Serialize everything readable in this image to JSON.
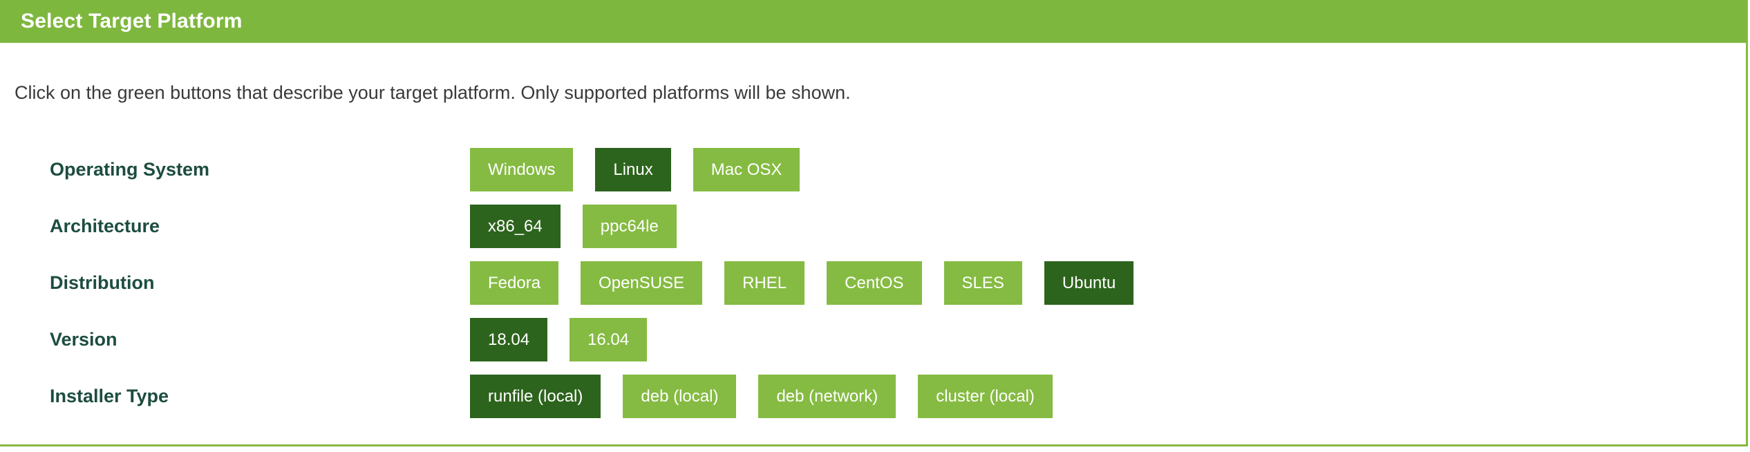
{
  "panel": {
    "title": "Select Target Platform",
    "instruction": "Click on the green buttons that describe your target platform. Only supported platforms will be shown."
  },
  "colors": {
    "header_green": "#7eb73e",
    "button_green": "#85bb42",
    "selected_button_green": "#2d641d",
    "border_green": "#86b93f",
    "row_label_teal": "#1d4d40",
    "body_text": "#3a3a3a",
    "button_text": "#ffffff",
    "header_text": "#ffffff"
  },
  "rows": [
    {
      "label": "Operating System",
      "buttons": [
        {
          "label": "Windows",
          "selected": false
        },
        {
          "label": "Linux",
          "selected": true
        },
        {
          "label": "Mac OSX",
          "selected": false
        }
      ]
    },
    {
      "label": "Architecture",
      "buttons": [
        {
          "label": "x86_64",
          "selected": true
        },
        {
          "label": "ppc64le",
          "selected": false
        }
      ]
    },
    {
      "label": "Distribution",
      "buttons": [
        {
          "label": "Fedora",
          "selected": false
        },
        {
          "label": "OpenSUSE",
          "selected": false
        },
        {
          "label": "RHEL",
          "selected": false
        },
        {
          "label": "CentOS",
          "selected": false
        },
        {
          "label": "SLES",
          "selected": false
        },
        {
          "label": "Ubuntu",
          "selected": true
        }
      ]
    },
    {
      "label": "Version",
      "buttons": [
        {
          "label": "18.04",
          "selected": true
        },
        {
          "label": "16.04",
          "selected": false
        }
      ]
    },
    {
      "label": "Installer Type",
      "buttons": [
        {
          "label": "runfile (local)",
          "selected": true
        },
        {
          "label": "deb (local)",
          "selected": false
        },
        {
          "label": "deb (network)",
          "selected": false
        },
        {
          "label": "cluster (local)",
          "selected": false
        }
      ]
    }
  ]
}
